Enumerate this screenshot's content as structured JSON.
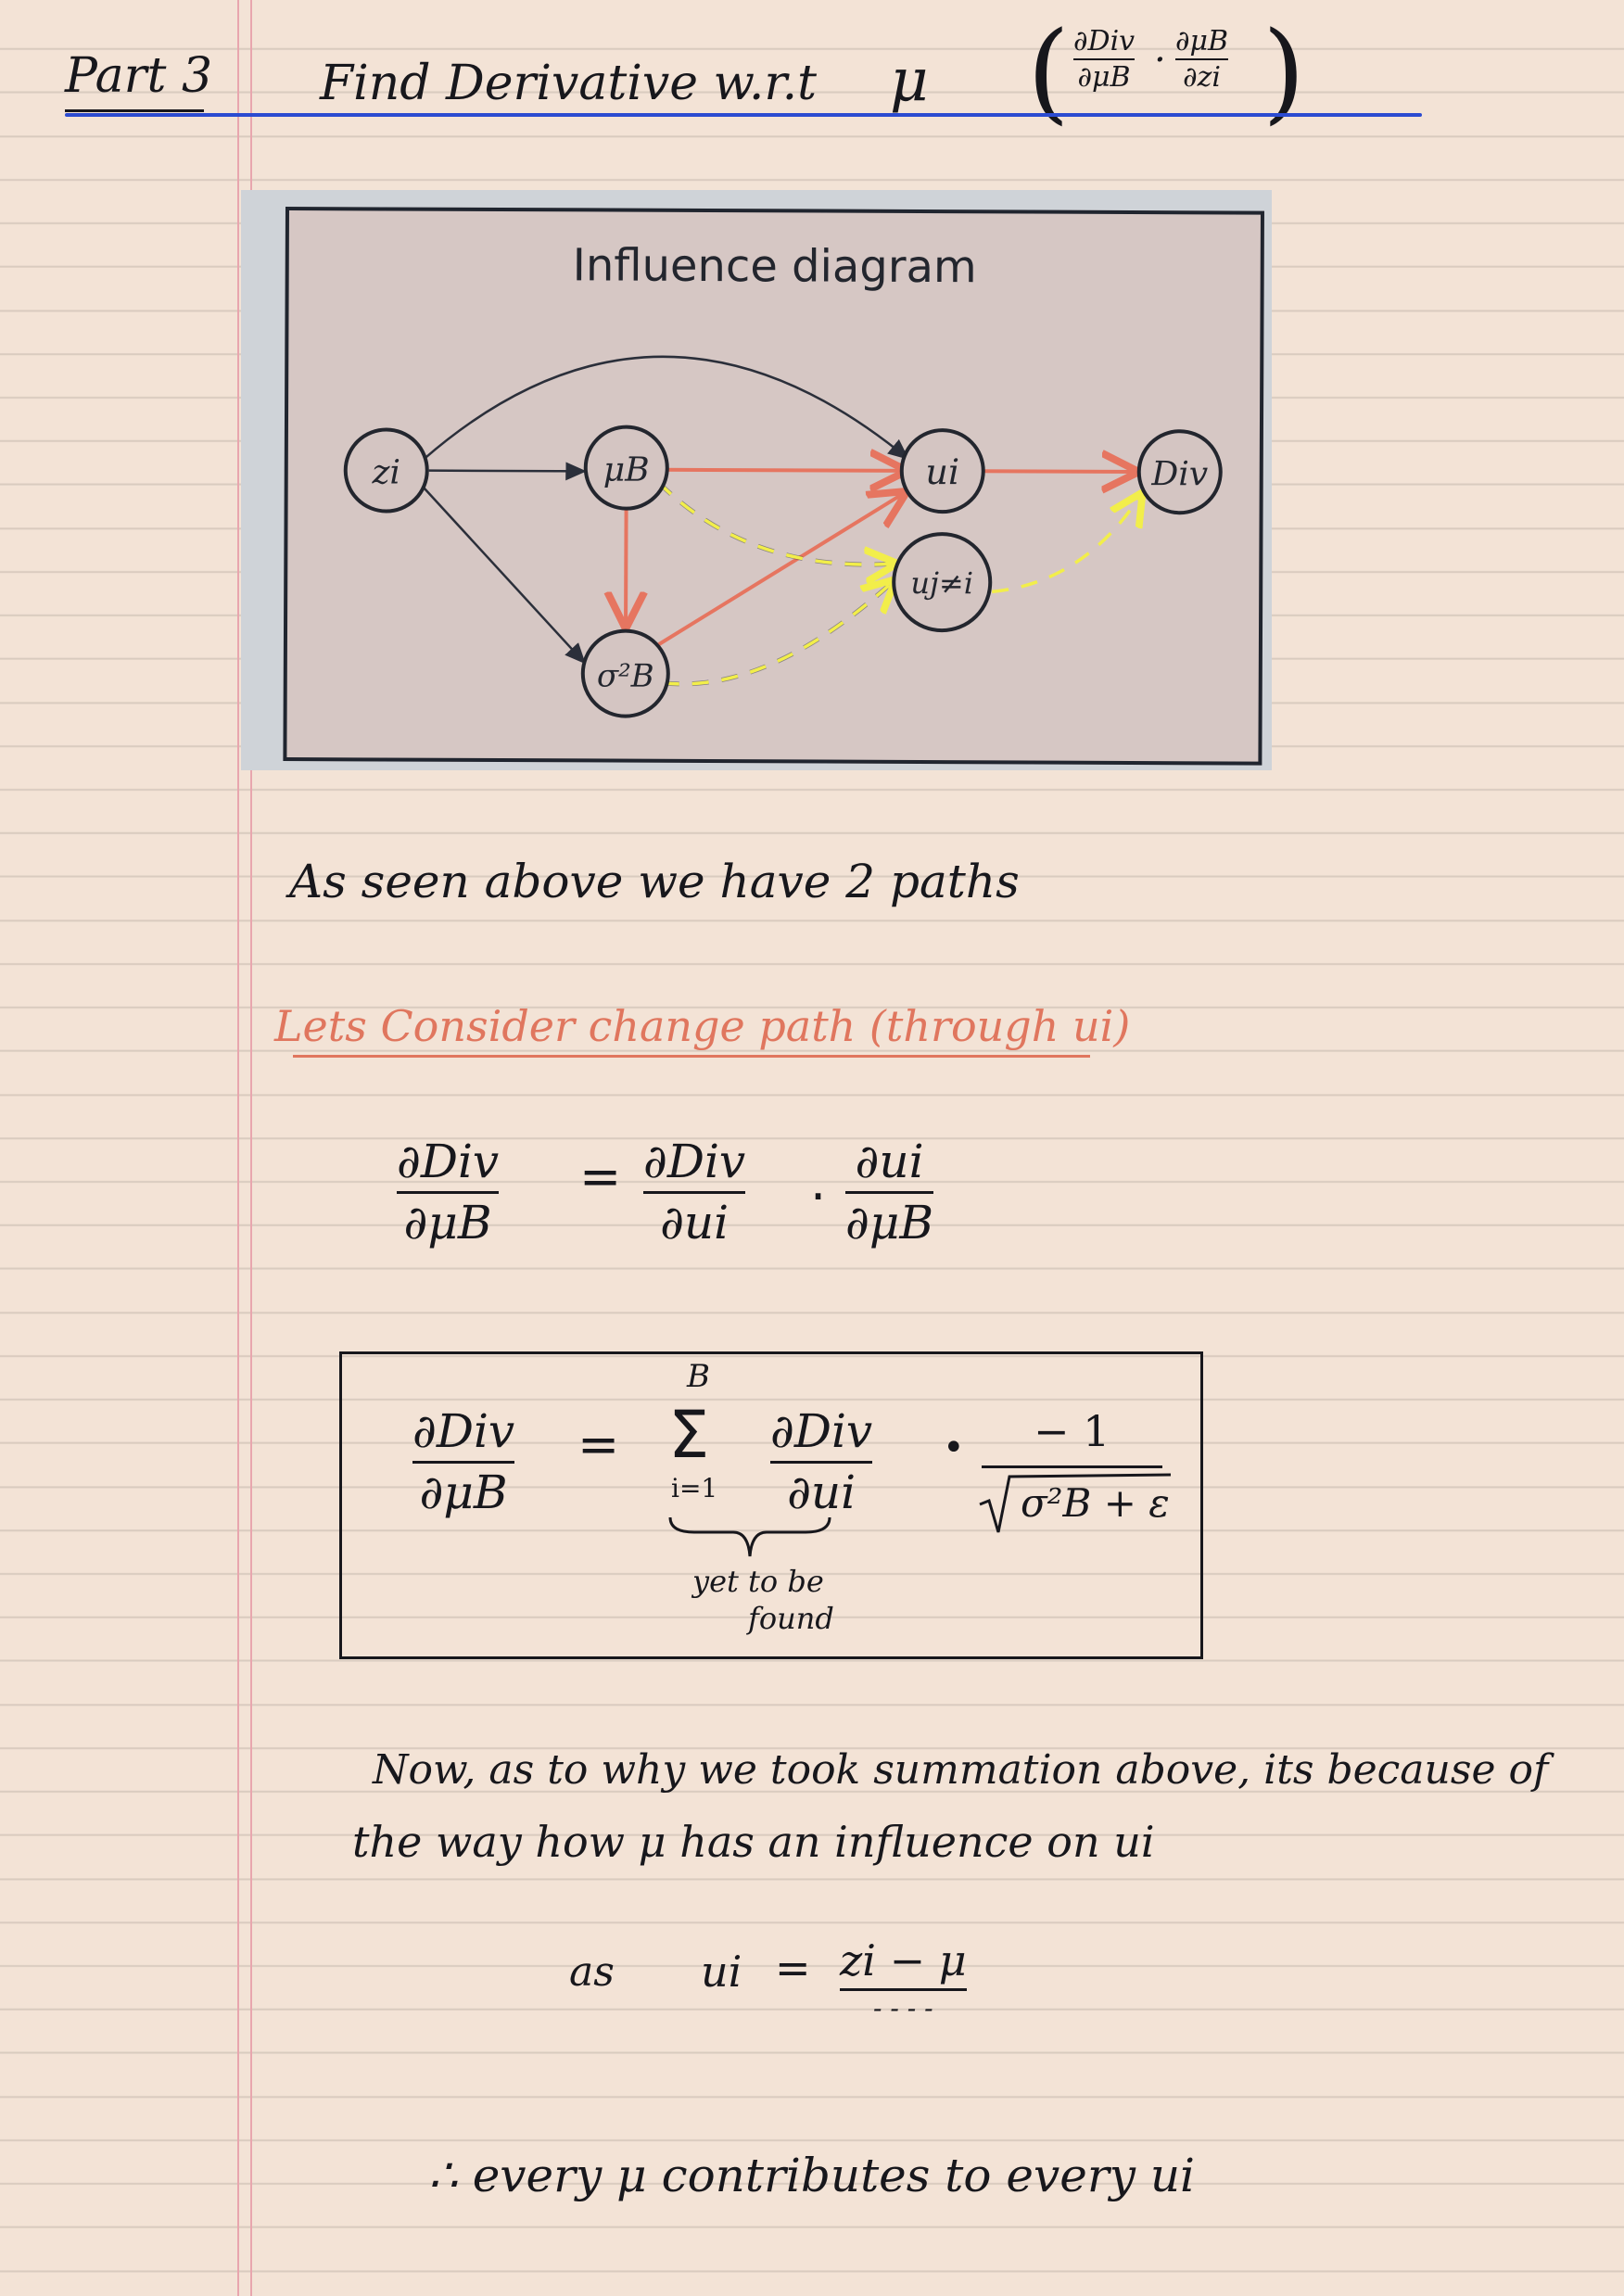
{
  "header": {
    "part": "Part 3",
    "title": "Find Derivative w.r.t",
    "mu": "μ",
    "chain_num_1": "∂Div",
    "chain_den_1": "∂μB",
    "chain_dot": ".",
    "chain_num_2": "∂μB",
    "chain_den_2": "∂zi"
  },
  "diagram": {
    "title": "Influence diagram",
    "nodes": {
      "z": "zi",
      "mu": "μB",
      "u": "ui",
      "div": "Div",
      "sigma": "σ²B",
      "uj": "uj≠i"
    },
    "colors": {
      "black_edge": "#2b2f3a",
      "red_edge": "#e67560",
      "yellow_edge": "#f2ee4a"
    }
  },
  "notes": {
    "line1": "As seen above we have 2 paths",
    "line2": "Lets Consider change path (through ui)",
    "eq1": {
      "lhs_num": "∂Div",
      "lhs_den": "∂μB",
      "eq": "=",
      "r1_num": "∂Div",
      "r1_den": "∂ui",
      "dot": ".",
      "r2_num": "∂ui",
      "r2_den": "∂μB"
    },
    "boxed": {
      "lhs_num": "∂Div",
      "lhs_den": "∂μB",
      "eq": "=",
      "sum_top": "B",
      "sum": "Σ",
      "sum_bottom": "i=1",
      "term_num": "∂Div",
      "term_den": "∂ui",
      "dot": "•",
      "frac_num": "− 1",
      "radicand": "σ²B + ε",
      "brace_note_1": "yet to be",
      "brace_note_2": "found"
    },
    "line3": "Now, as to why we took summation above, its because of",
    "line4": "the way how μ has an influence on ui",
    "eq2": {
      "as": "as",
      "lhs": "ui",
      "eq": "=",
      "num": "zi − μ",
      "den": "- - - -"
    },
    "line5": "∴ every μ contributes to every ui"
  }
}
